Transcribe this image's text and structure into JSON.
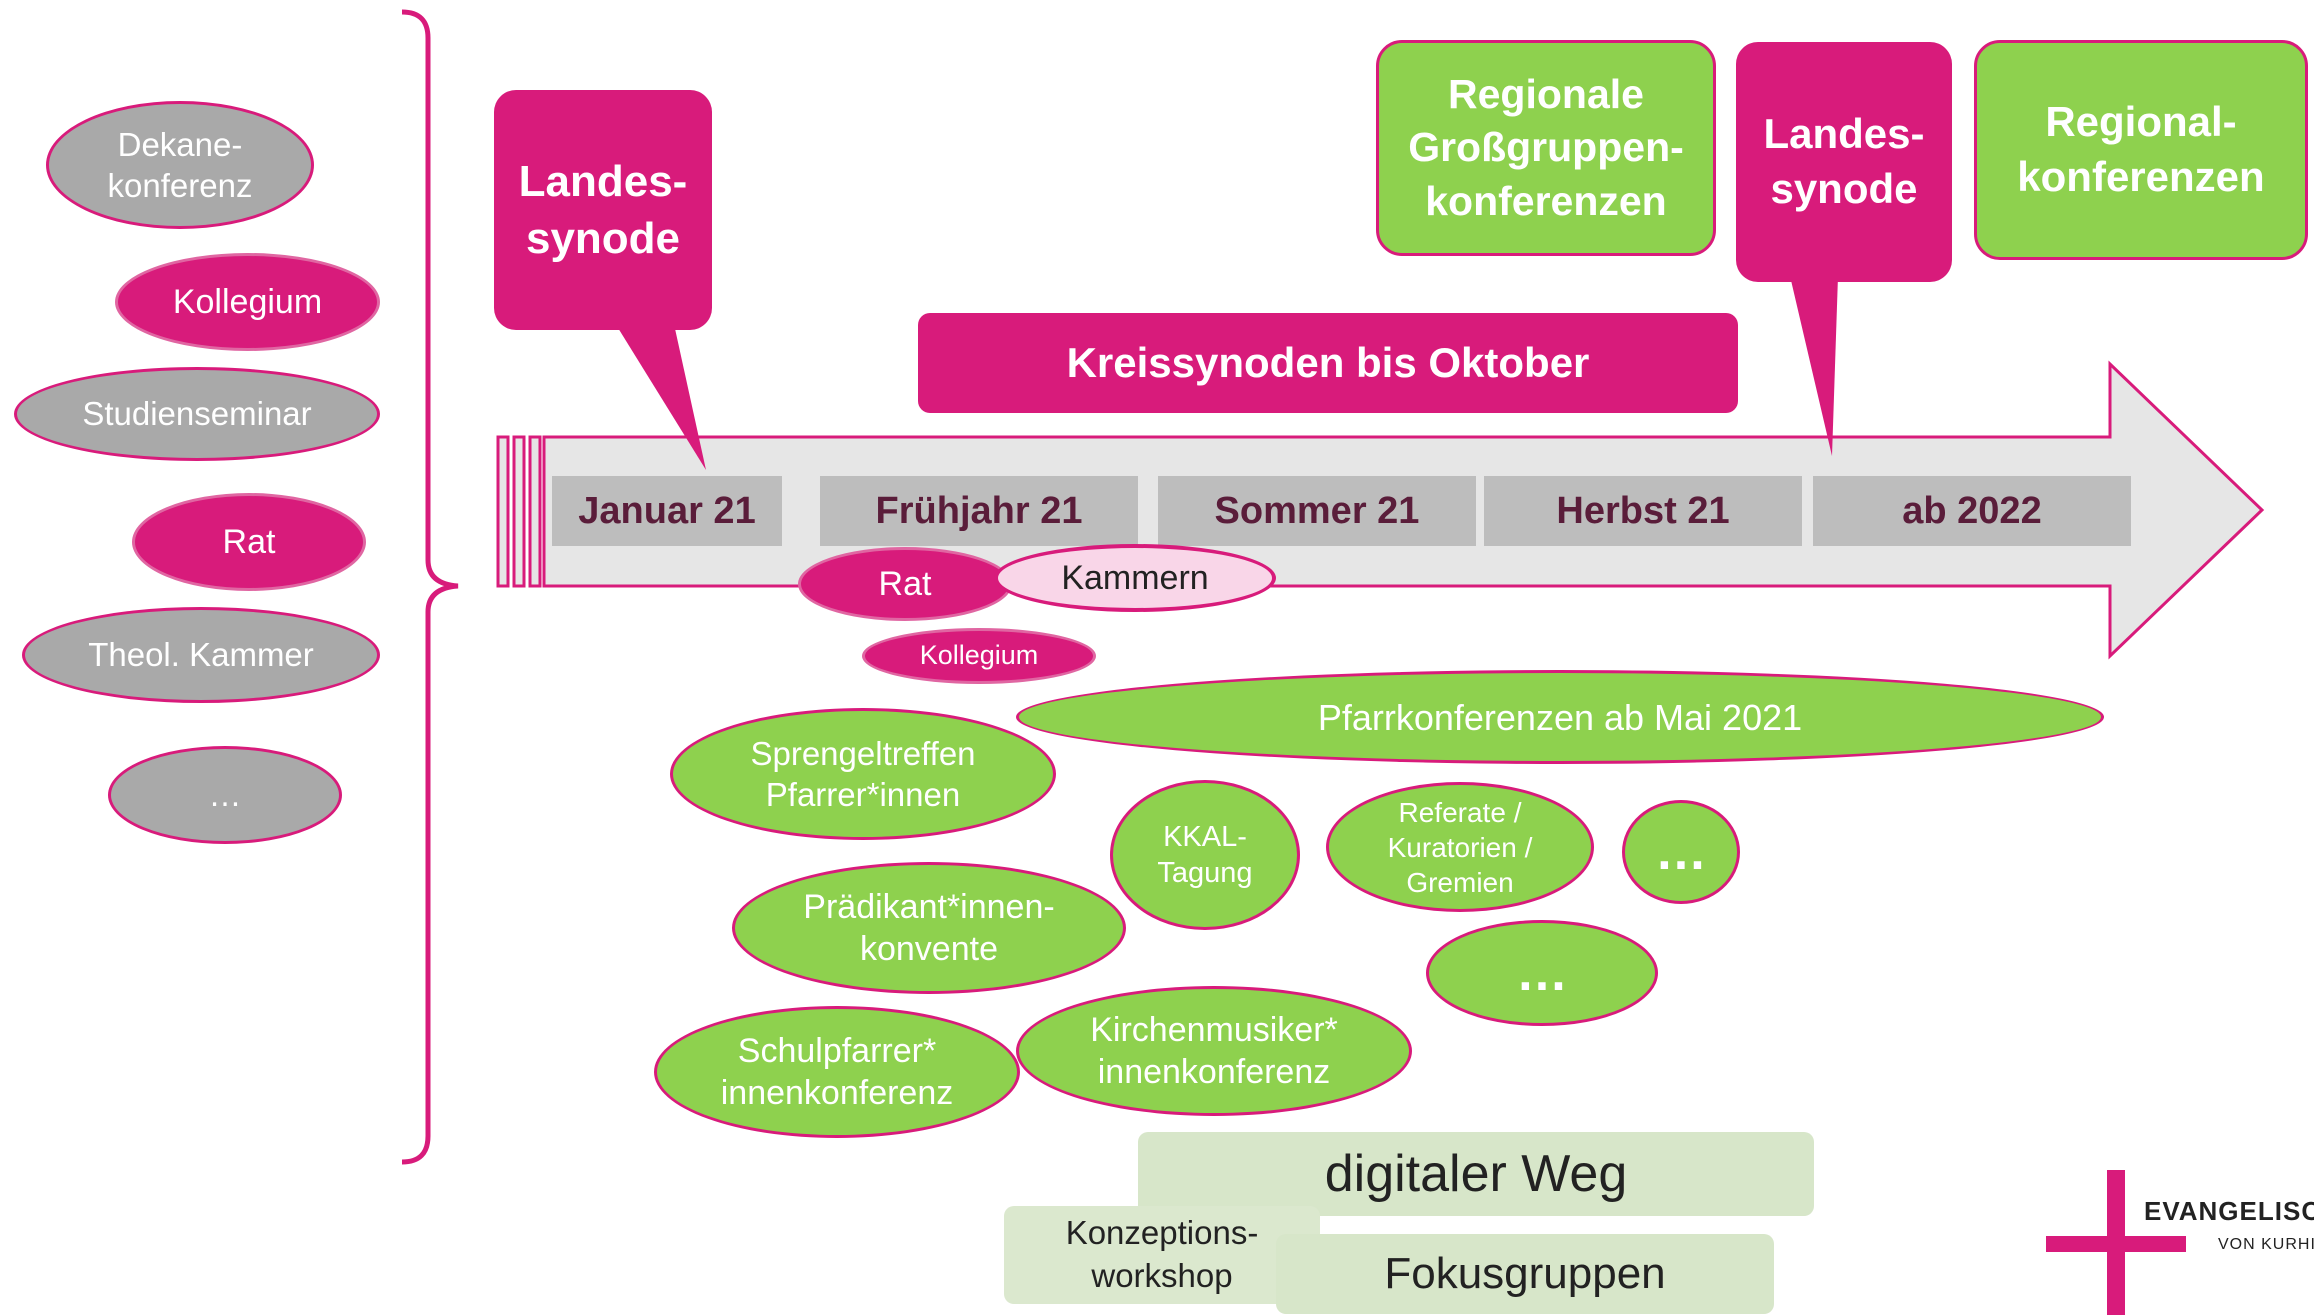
{
  "left_column": {
    "dekane": "Dekane-\nkonferenz",
    "kollegium": "Kollegium",
    "studienseminar": "Studienseminar",
    "rat": "Rat",
    "theol_kammer": "Theol. Kammer",
    "more": "…"
  },
  "callouts": {
    "landessynode_1": "Landes-\nsynode",
    "landessynode_2": "Landes-\nsynode"
  },
  "top_boxes": {
    "regionale_gross": "Regionale\nGroßgruppen-\nkonferenzen",
    "regionalkonferenzen": "Regional-\nkonferenzen"
  },
  "kreissynoden": "Kreissynoden bis Oktober",
  "timeline": [
    "Januar 21",
    "Frühjahr 21",
    "Sommer 21",
    "Herbst 21",
    "ab 2022"
  ],
  "under_arrow": {
    "rat": "Rat",
    "kammern": "Kammern",
    "kollegium": "Kollegium"
  },
  "green_items": {
    "pfarrkonferenzen": "Pfarrkonferenzen ab Mai 2021",
    "sprengeltreffen": "Sprengeltreffen\nPfarrer*innen",
    "kkal": "KKAL-\nTagung",
    "referate": "Referate /\nKuratorien /\nGremien",
    "dots1": "…",
    "praedikant": "Prädikant*innen-\nkonvente",
    "dots2": "…",
    "kirchenmusiker": "Kirchenmusiker*\ninnenkonferenz",
    "schulpfarrer": "Schulpfarrer*\ninnenkonferenz"
  },
  "bottom": {
    "digitaler_weg": "digitaler Weg",
    "konzeptions": "Konzeptions-\nworkshop",
    "fokusgruppen": "Fokusgruppen"
  },
  "logo": {
    "line1": "EVANGELISC",
    "line2": "VON KURHI"
  },
  "colors": {
    "pink": "#d81b7b",
    "green": "#8ed14e",
    "gray": "#a9a9a9",
    "timeline_gray": "#bdbdbd",
    "arrow_fill": "#e6e6e6"
  }
}
